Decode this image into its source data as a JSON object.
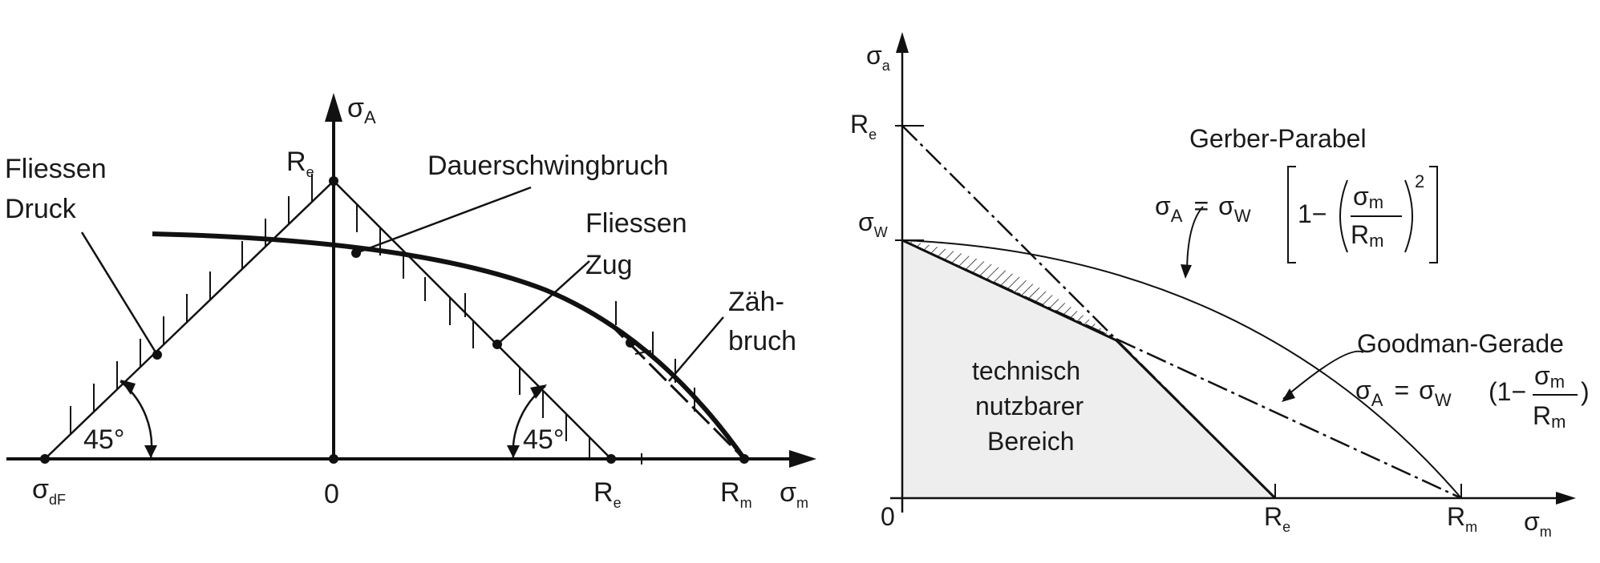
{
  "left": {
    "y_axis_sym": "σ",
    "y_axis_sub": "A",
    "x_axis_sym": "σ",
    "x_axis_sub": "m",
    "zero": "0",
    "sdf_sym": "σ",
    "sdf_sub": "dF",
    "re_top_sym": "R",
    "re_top_sub": "e",
    "re_x_sym": "R",
    "re_x_sub": "e",
    "rm_x_sym": "R",
    "rm_x_sub": "m",
    "label_fliessen_druck_1": "Fliessen",
    "label_fliessen_druck_2": "Druck",
    "label_dauerschwingbruch": "Dauerschwingbruch",
    "label_fliessen_zug_1": "Fliessen",
    "label_fliessen_zug_2": "Zug",
    "label_zaeh_1": "Zäh-",
    "label_zaeh_2": "bruch",
    "angle_left": "45°",
    "angle_right": "45°"
  },
  "right": {
    "y_axis_sym": "σ",
    "y_axis_sub": "a",
    "x_axis_sym": "σ",
    "x_axis_sub": "m",
    "zero": "0",
    "re_y_sym": "R",
    "re_y_sub": "e",
    "sw_sym": "σ",
    "sw_sub": "W",
    "re_x_sym": "R",
    "re_x_sub": "e",
    "rm_x_sym": "R",
    "rm_x_sub": "m",
    "gerber_title": "Gerber-Parabel",
    "goodman_title": "Goodman-Gerade",
    "region_1": "technisch",
    "region_2": "nutzbarer",
    "region_3": "Bereich",
    "f_sigma": "σ",
    "f_A": "A",
    "f_eq": "=",
    "f_W": "W",
    "f_one_minus": "1−",
    "f_m": "m",
    "f_R": "R",
    "f_exp": "2",
    "g_one_minus": "(1−",
    "g_close": ")"
  },
  "colors": {
    "line": "#111111",
    "region_fill": "#eeeeee"
  }
}
